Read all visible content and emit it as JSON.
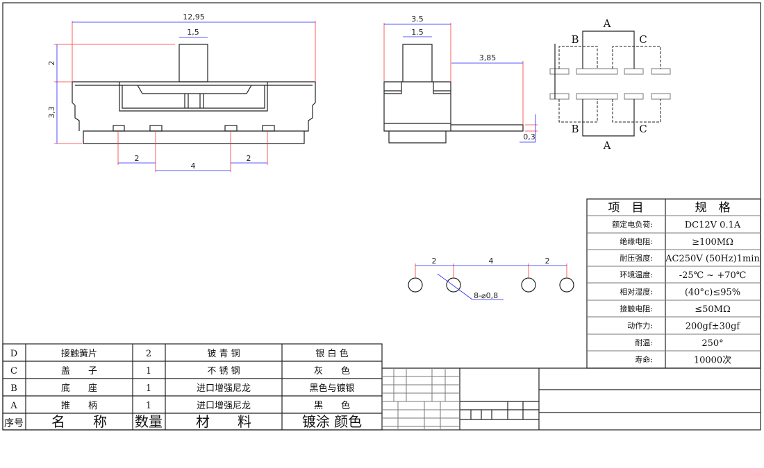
{
  "dimensions": {
    "width": "12,95",
    "actuator_w": "1,5",
    "actuator_h": "2",
    "body_h": "3,3",
    "pitch_left": "2",
    "pitch_mid": "4",
    "pitch_right": "2",
    "side_w": "3.5",
    "side_act": "1.5",
    "pin_len": "3,85",
    "pin_t": "0,3",
    "hole_p1": "2",
    "hole_p2": "4",
    "hole_p3": "2",
    "hole_label": "8-⌀0,8"
  },
  "schematic": {
    "a_top": "A",
    "a_bottom": "A",
    "b_top": "B",
    "b_bottom": "B",
    "c_top": "C",
    "c_bottom": "C"
  },
  "specs": {
    "header": [
      "项　目",
      "规　格"
    ],
    "rows": [
      [
        "额定电负荷:",
        "DC12V 0.1A"
      ],
      [
        "绝缘电阻:",
        "≥100MΩ"
      ],
      [
        "耐压强度:",
        "AC250V (50Hz)1min"
      ],
      [
        "环境温度:",
        "-25℃ ~ +70℃"
      ],
      [
        "相对湿度:",
        "(40°c)≤95%"
      ],
      [
        "接触电阻:",
        "≤50MΩ"
      ],
      [
        "动作力:",
        "200gf±30gf"
      ],
      [
        "耐温:",
        "250°"
      ],
      [
        "寿命:",
        "10000次"
      ]
    ]
  },
  "bom": {
    "rows": [
      [
        "D",
        "接触簧片",
        "2",
        "铍 青 铜",
        "银 白 色"
      ],
      [
        "C",
        "盖　　子",
        "1",
        "不 锈 钢",
        "灰　　色"
      ],
      [
        "B",
        "底　　座",
        "1",
        "进口增强尼龙",
        "黑色与镀银"
      ],
      [
        "A",
        "推　　柄",
        "1",
        "进口增强尼龙",
        "黑　　色"
      ]
    ],
    "header": [
      "序号",
      "名　　称",
      "数量",
      "材　　料",
      "镀涂 颜色"
    ]
  }
}
